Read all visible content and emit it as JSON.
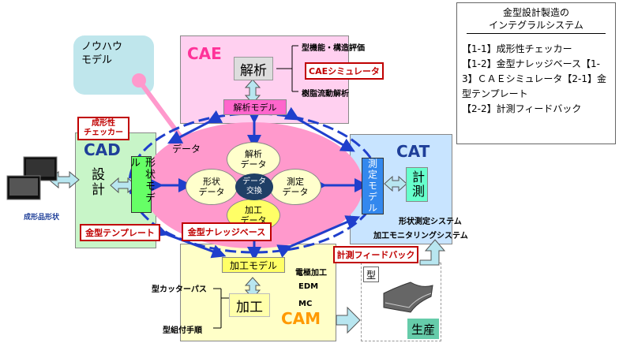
{
  "cae": {
    "title": "CAE",
    "analysis": "解析",
    "model": "解析モデル",
    "label_top": "型機能・構造評価",
    "label_bottom": "樹脂流動解析",
    "sim_box": "CAEシミュレータ"
  },
  "knowhow": {
    "title": "ノウハウ\nモデル"
  },
  "cad": {
    "title": "CAD",
    "design": "設計",
    "model": "形状モデル",
    "checker": "成形性\nチェッカー",
    "template": "金型テンプレート"
  },
  "cat": {
    "title": "CAT",
    "model": "測定モデル",
    "measure": "計測",
    "label1": "形状測定システム",
    "label2": "加工モニタリングシステム",
    "feedback": "計測フィードバック"
  },
  "cam": {
    "title": "CAM",
    "model": "加工モデル",
    "process": "加工",
    "label_cutter": "型カッターパス",
    "label_assembly": "型組付手順",
    "label_edm": "電極加工",
    "label_edm2": "EDM",
    "label_mc": "MC"
  },
  "center": {
    "data_label": "データ",
    "analysis_data": "解析\nデータ",
    "shape_data": "形状\nデータ",
    "measure_data": "測定\nデータ",
    "process_data": "加工\nデータ",
    "exchange": "データ\n交換",
    "knowledge": "金型ナレッジベース"
  },
  "misc": {
    "product_shape": "成形品形状",
    "mold": "型",
    "production": "生産"
  },
  "legend": {
    "title": "金型設計製造の\nインテグラルシステム",
    "body": "【1-1】成形性チェッカー\n【1-2】金型ナレッジベース【1-3】ＣＡＥシミュレータ【2-1】金型テンプレート\n【2-2】計測フィードバック"
  },
  "colors": {
    "cae": "#ffccee",
    "cad": "#ccffcc",
    "cat": "#cce8ff",
    "cam": "#ffffcc",
    "center": "#ff99cc",
    "arrow": "#1f3fcc",
    "accent": "#c00000"
  }
}
